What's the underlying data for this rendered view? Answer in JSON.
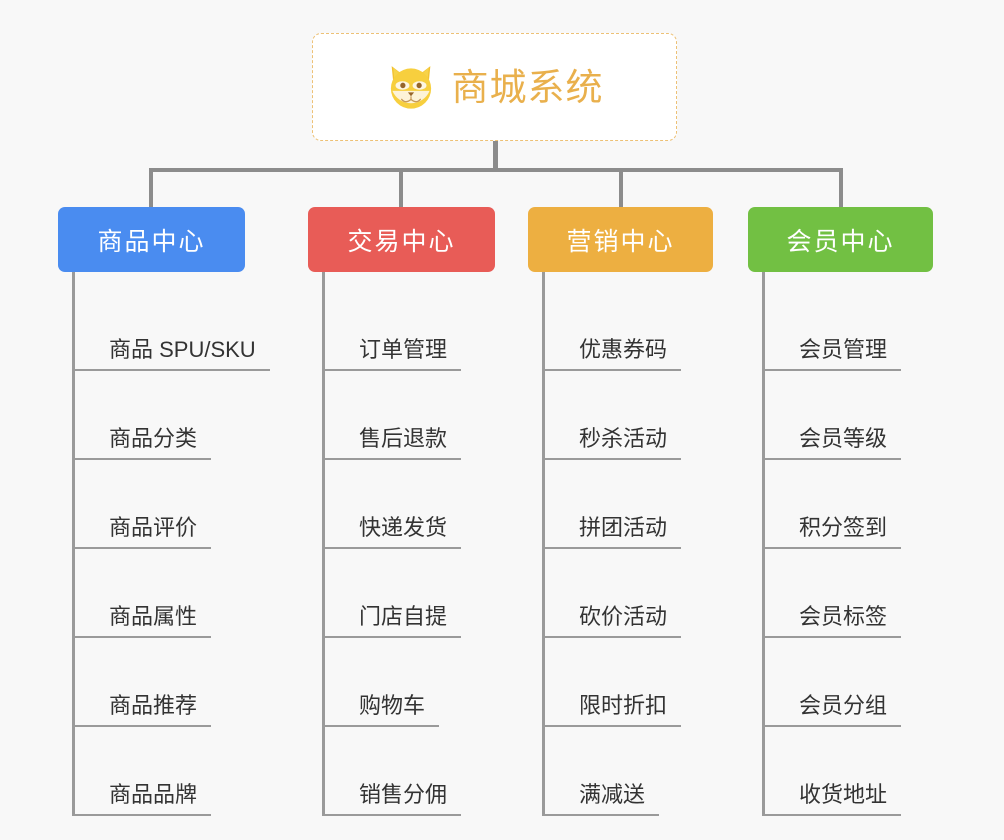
{
  "diagram": {
    "type": "org-chart",
    "background_color": "#f8f8f8",
    "connector_color": "#8c8c8c",
    "root": {
      "title": "商城系统",
      "icon": "shiba-dog-icon",
      "text_color": "#e9b04c",
      "border_color": "#edc176",
      "background_color": "#ffffff"
    },
    "branches": [
      {
        "title": "商品中心",
        "color": "#4a8cf0",
        "items": [
          "商品 SPU/SKU",
          "商品分类",
          "商品评价",
          "商品属性",
          "商品推荐",
          "商品品牌"
        ]
      },
      {
        "title": "交易中心",
        "color": "#e85c57",
        "items": [
          "订单管理",
          "售后退款",
          "快递发货",
          "门店自提",
          "购物车",
          "销售分佣"
        ]
      },
      {
        "title": "营销中心",
        "color": "#edaf41",
        "items": [
          "优惠券码",
          "秒杀活动",
          "拼团活动",
          "砍价活动",
          "限时折扣",
          "满减送"
        ]
      },
      {
        "title": "会员中心",
        "color": "#72c043",
        "items": [
          "会员管理",
          "会员等级",
          "积分签到",
          "会员标签",
          "会员分组",
          "收货地址"
        ]
      }
    ]
  }
}
